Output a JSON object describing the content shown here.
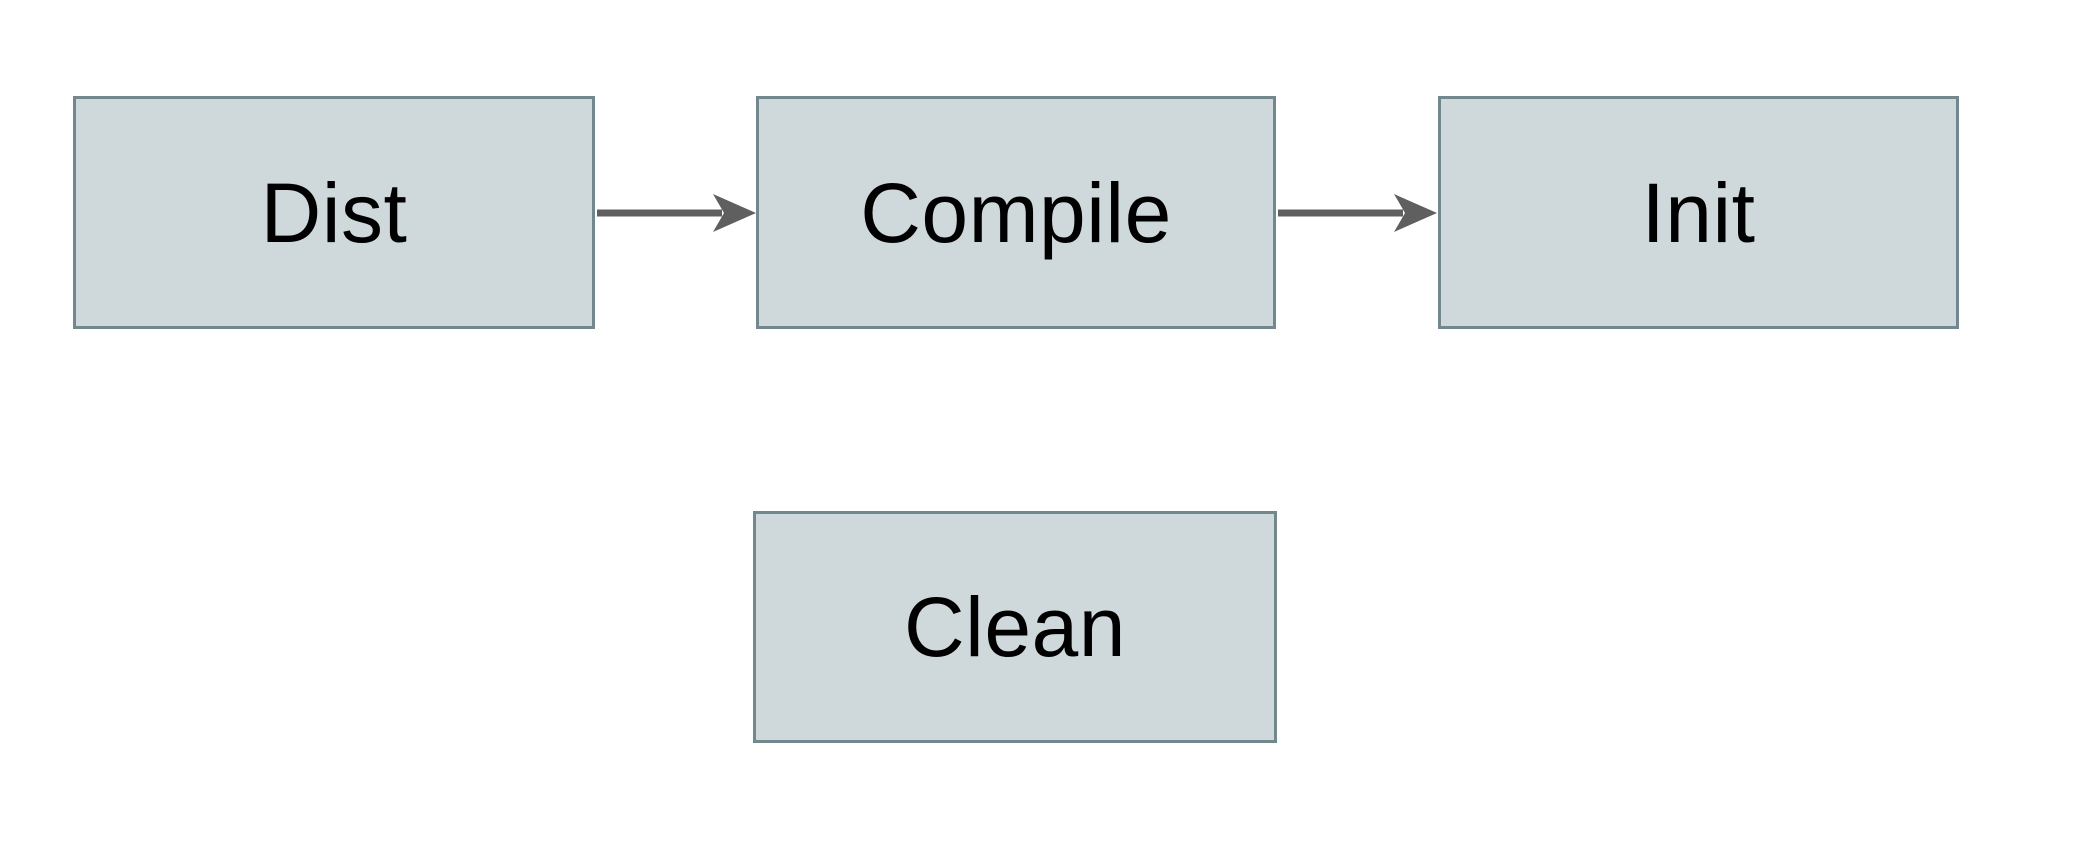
{
  "diagram": {
    "type": "flowchart",
    "nodes": [
      {
        "id": "dist",
        "label": "Dist"
      },
      {
        "id": "compile",
        "label": "Compile"
      },
      {
        "id": "init",
        "label": "Init"
      },
      {
        "id": "clean",
        "label": "Clean"
      }
    ],
    "edges": [
      {
        "from": "dist",
        "to": "compile",
        "style": "arrow"
      },
      {
        "from": "compile",
        "to": "init",
        "style": "arrow"
      }
    ]
  },
  "colors": {
    "background": "#ffffff",
    "box_fill": "#cfd8db",
    "box_border": "#73878f",
    "arrow": "#5f5f5f",
    "text": "#000000"
  }
}
